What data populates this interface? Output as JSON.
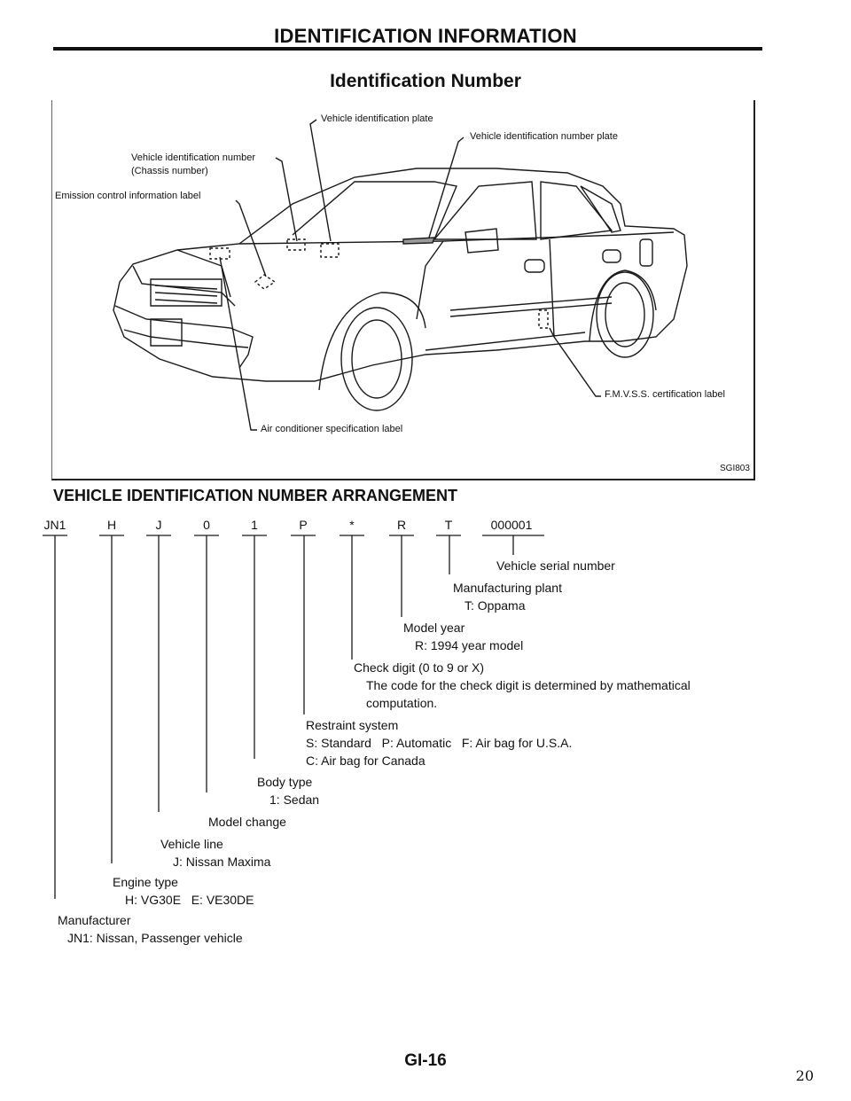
{
  "header": {
    "title": "IDENTIFICATION INFORMATION"
  },
  "section": {
    "title": "Identification Number"
  },
  "figure": {
    "labels": {
      "vehicle_identification_plate": "Vehicle identification plate",
      "vin_plate": "Vehicle identification number plate",
      "vin_chassis_line1": "Vehicle identification number",
      "vin_chassis_line2": "(Chassis number)",
      "emission_label": "Emission control information label",
      "fmvss_label": "F.M.V.S.S. certification label",
      "ac_label": "Air conditioner specification label"
    },
    "code": "SGI803"
  },
  "arrangement": {
    "title": "VEHICLE IDENTIFICATION NUMBER ARRANGEMENT",
    "chars": [
      "JN1",
      "H",
      "J",
      "0",
      "1",
      "P",
      "*",
      "R",
      "T",
      "000001"
    ],
    "descriptions": {
      "serial": "Vehicle serial number",
      "plant": "Manufacturing plant",
      "plant_value": "T: Oppama",
      "model_year": "Model year",
      "model_year_value": "R: 1994 year model",
      "check_digit": "Check digit (0 to 9 or X)",
      "check_digit_note1": "The code for the check digit is determined by mathematical",
      "check_digit_note2": "computation.",
      "restraint": "Restraint system",
      "restraint_value1": "S: Standard   P: Automatic   F: Air bag for U.S.A.",
      "restraint_value2": "C: Air bag for Canada",
      "body_type": "Body type",
      "body_type_value": "1: Sedan",
      "model_change": "Model change",
      "vehicle_line": "Vehicle line",
      "vehicle_line_value": "J: Nissan Maxima",
      "engine_type": "Engine type",
      "engine_type_value": "H: VG30E   E: VE30DE",
      "manufacturer": "Manufacturer",
      "manufacturer_value": "JN1: Nissan, Passenger vehicle"
    }
  },
  "footer": {
    "code": "GI-16",
    "page_number": "20"
  }
}
